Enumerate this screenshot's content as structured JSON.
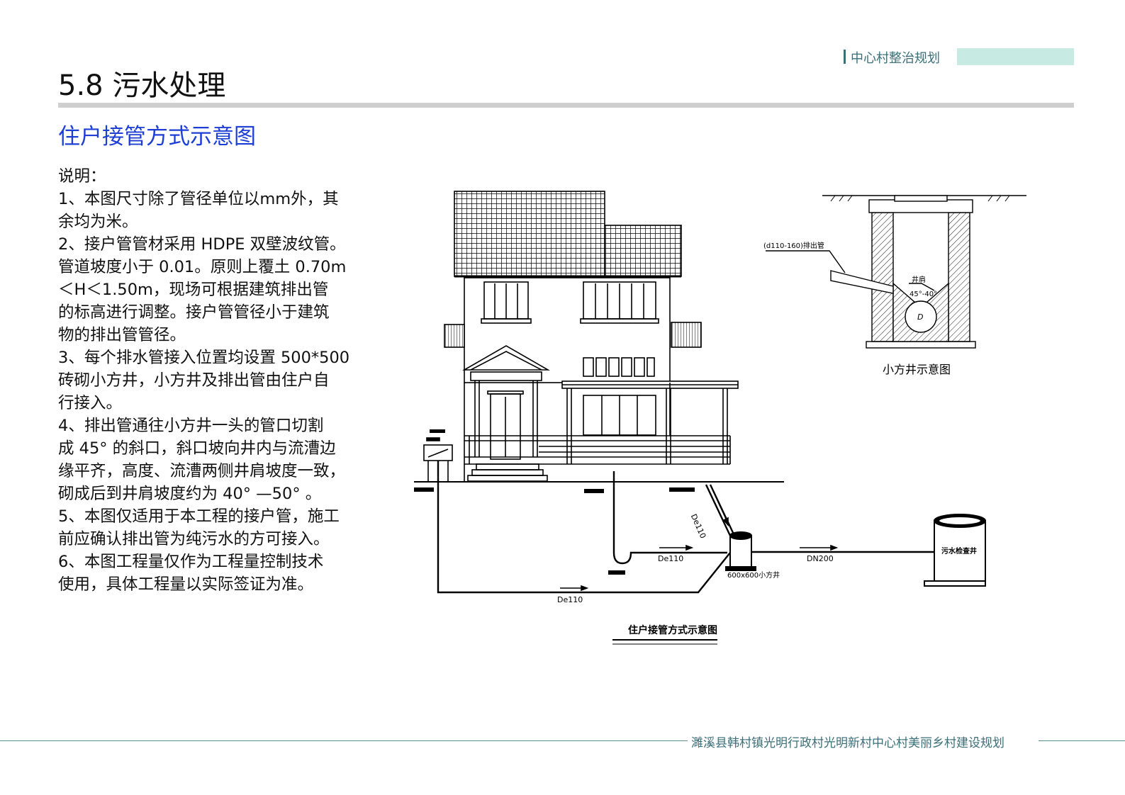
{
  "header": {
    "tag": "中心村整治规划"
  },
  "page": {
    "title": "5.8 污水处理",
    "subtitle": "住户接管方式示意图"
  },
  "notes": [
    "说明：",
    "1、本图尺寸除了管径单位以mm外，其",
    "余均为米。",
    "2、接户管管材采用 HDPE 双壁波纹管。",
    "管道坡度小于 0.01。原则上覆土 0.70m",
    "＜H＜1.50m，现场可根据建筑排出管",
    "的标高进行调整。接户管管径小于建筑",
    "物的排出管管径。",
    "3、每个排水管接入位置均设置 500*500",
    "砖砌小方井，小方井及排出管由住户自",
    "行接入。",
    "4、排出管通往小方井一头的管口切割",
    "成 45° 的斜口，斜口坡向井内与流漕边",
    "缘平齐，高度、流漕两侧井肩坡度一致，",
    "砌成后到井肩坡度约为 40° —50° 。",
    "5、本图仅适用于本工程的接户管，施工",
    "前应确认排出管为纯污水的方可接入。",
    "6、本图工程量仅作为工程量控制技术",
    "使用，具体工程量以实际签证为准。"
  ],
  "diagram": {
    "labels": {
      "pipe_de110_diag": "De110",
      "pipe_de110_mid": "De110",
      "pipe_de110_bottom": "De110",
      "pipe_dn200": "DN200",
      "small_well": "600x600小方井",
      "sewer_well": "污水检查井",
      "caption": "住户接管方式示意图",
      "outfall_pipe": "(d110-160)排出管",
      "well_shoulder": "井肩",
      "shoulder_angle": "45°-40°",
      "d_symbol": "D",
      "small_well_caption": "小方井示意图"
    }
  },
  "footer": {
    "text": "濉溪县韩村镇光明行政村光明新村中心村美丽乡村建设规划"
  }
}
